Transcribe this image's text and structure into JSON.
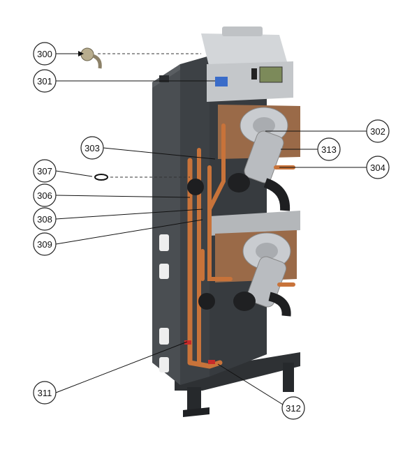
{
  "callouts": [
    {
      "id": "300",
      "label": "300"
    },
    {
      "id": "301",
      "label": "301"
    },
    {
      "id": "302",
      "label": "302"
    },
    {
      "id": "303",
      "label": "303"
    },
    {
      "id": "304",
      "label": "304"
    },
    {
      "id": "306",
      "label": "306"
    },
    {
      "id": "307",
      "label": "307"
    },
    {
      "id": "308",
      "label": "308"
    },
    {
      "id": "309",
      "label": "309"
    },
    {
      "id": "311",
      "label": "311"
    },
    {
      "id": "312",
      "label": "312"
    },
    {
      "id": "313",
      "label": "313"
    }
  ],
  "colors": {
    "cabinet": "#3d4145",
    "cabinet_dark": "#2a2d30",
    "copper": "#c8733a",
    "steel": "#c9ccd0",
    "fan_body": "#b9bcc0",
    "base": "#2e3134"
  }
}
